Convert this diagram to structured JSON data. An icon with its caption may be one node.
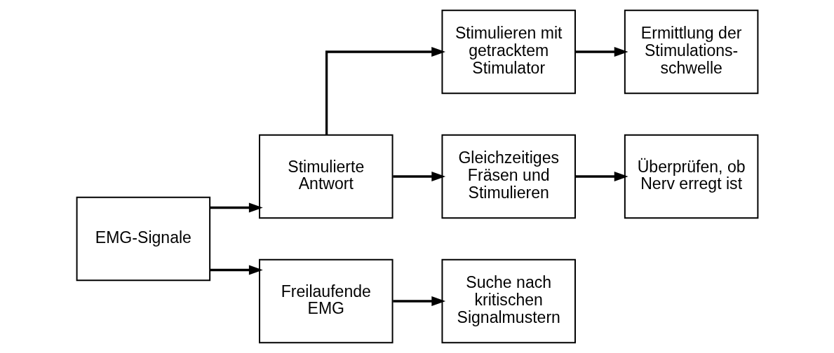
{
  "diagram": {
    "nodes": [
      {
        "text": [
          "EMG-Signale"
        ]
      },
      {
        "text": [
          "Stimulierte Antwort"
        ]
      },
      {
        "text": [
          "Stimulieren mit getracktem Stimulator"
        ]
      },
      {
        "text": [
          "Ermittlung der Stimulations- schwelle"
        ]
      },
      {
        "text": [
          "Gleichzeitiges Fräsen und Stimulieren"
        ]
      },
      {
        "text": [
          "Überprüfen, ob Nerv erregt ist"
        ]
      },
      {
        "text": [
          "Freilaufende EMG"
        ]
      },
      {
        "text": [
          "Suche nach kritischen Signalmustern"
        ]
      }
    ],
    "edges": [
      {
        "from": 0,
        "to": 1,
        "arrow": "to"
      },
      {
        "from": 0,
        "to": 6,
        "arrow": "to"
      },
      {
        "from": 1,
        "to": 2,
        "arrow": "to"
      },
      {
        "from": 1,
        "to": 4,
        "arrow": "to"
      },
      {
        "from": 2,
        "to": 3,
        "arrow": "to"
      },
      {
        "from": 4,
        "to": 5,
        "arrow": "to"
      },
      {
        "from": 6,
        "to": 7,
        "arrow": "to"
      }
    ]
  }
}
